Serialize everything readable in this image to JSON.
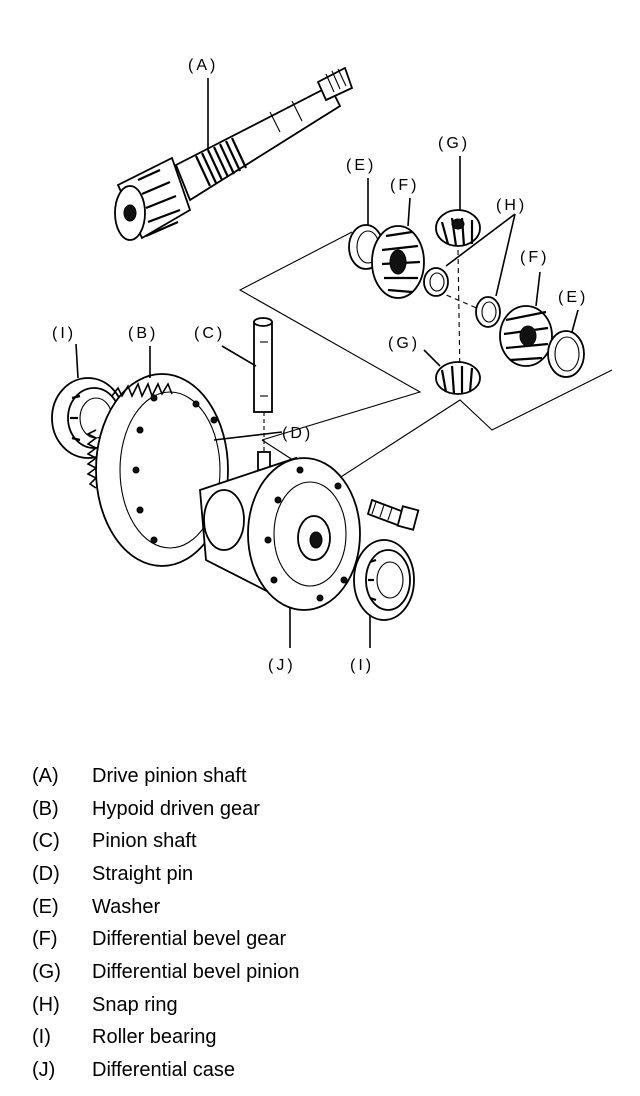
{
  "callouts": {
    "a": "(A)",
    "b": "(B)",
    "c": "(C)",
    "d": "(D)",
    "e_left": "(E)",
    "e_right": "(E)",
    "f_left": "(F)",
    "f_right": "(F)",
    "g_top": "(G)",
    "g_bottom": "(G)",
    "h": "(H)",
    "i_left": "(I)",
    "i_right": "(I)",
    "j": "(J)"
  },
  "legend": [
    {
      "code": "(A)",
      "name": "Drive pinion shaft"
    },
    {
      "code": "(B)",
      "name": "Hypoid driven gear"
    },
    {
      "code": "(C)",
      "name": "Pinion shaft"
    },
    {
      "code": "(D)",
      "name": "Straight pin"
    },
    {
      "code": "(E)",
      "name": "Washer"
    },
    {
      "code": "(F)",
      "name": "Differential bevel gear"
    },
    {
      "code": "(G)",
      "name": "Differential bevel pinion"
    },
    {
      "code": "(H)",
      "name": "Snap ring"
    },
    {
      "code": "(I)",
      "name": "Roller bearing"
    },
    {
      "code": "(J)",
      "name": "Differential case"
    }
  ]
}
